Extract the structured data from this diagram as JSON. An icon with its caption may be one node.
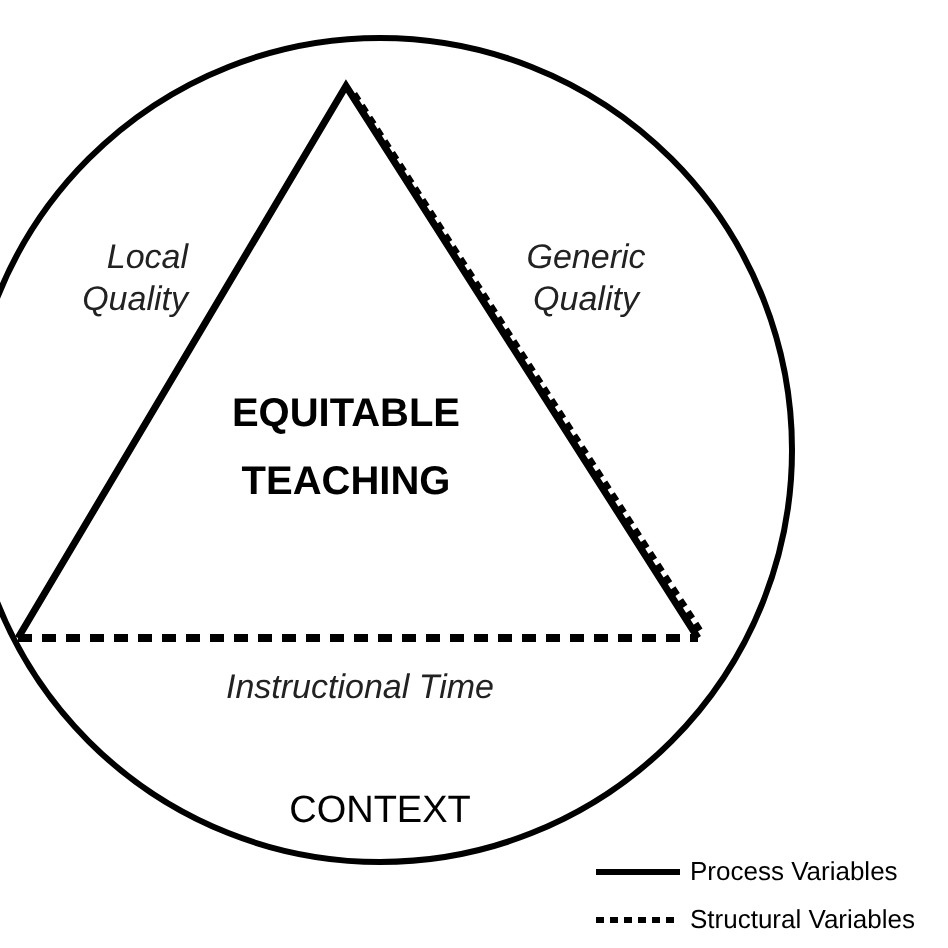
{
  "diagram": {
    "nodes": [
      {
        "text": [
          "CONTEXT"
        ]
      },
      {
        "text": [
          "EQUITABLE TEACHING"
        ],
        "in": 0
      }
    ],
    "labels": [
      "Local Quality",
      "Generic Quality",
      "Instructional Time"
    ],
    "legend": [
      {
        "text": "Process Variables"
      },
      {
        "text": "Structural Variables"
      }
    ]
  }
}
